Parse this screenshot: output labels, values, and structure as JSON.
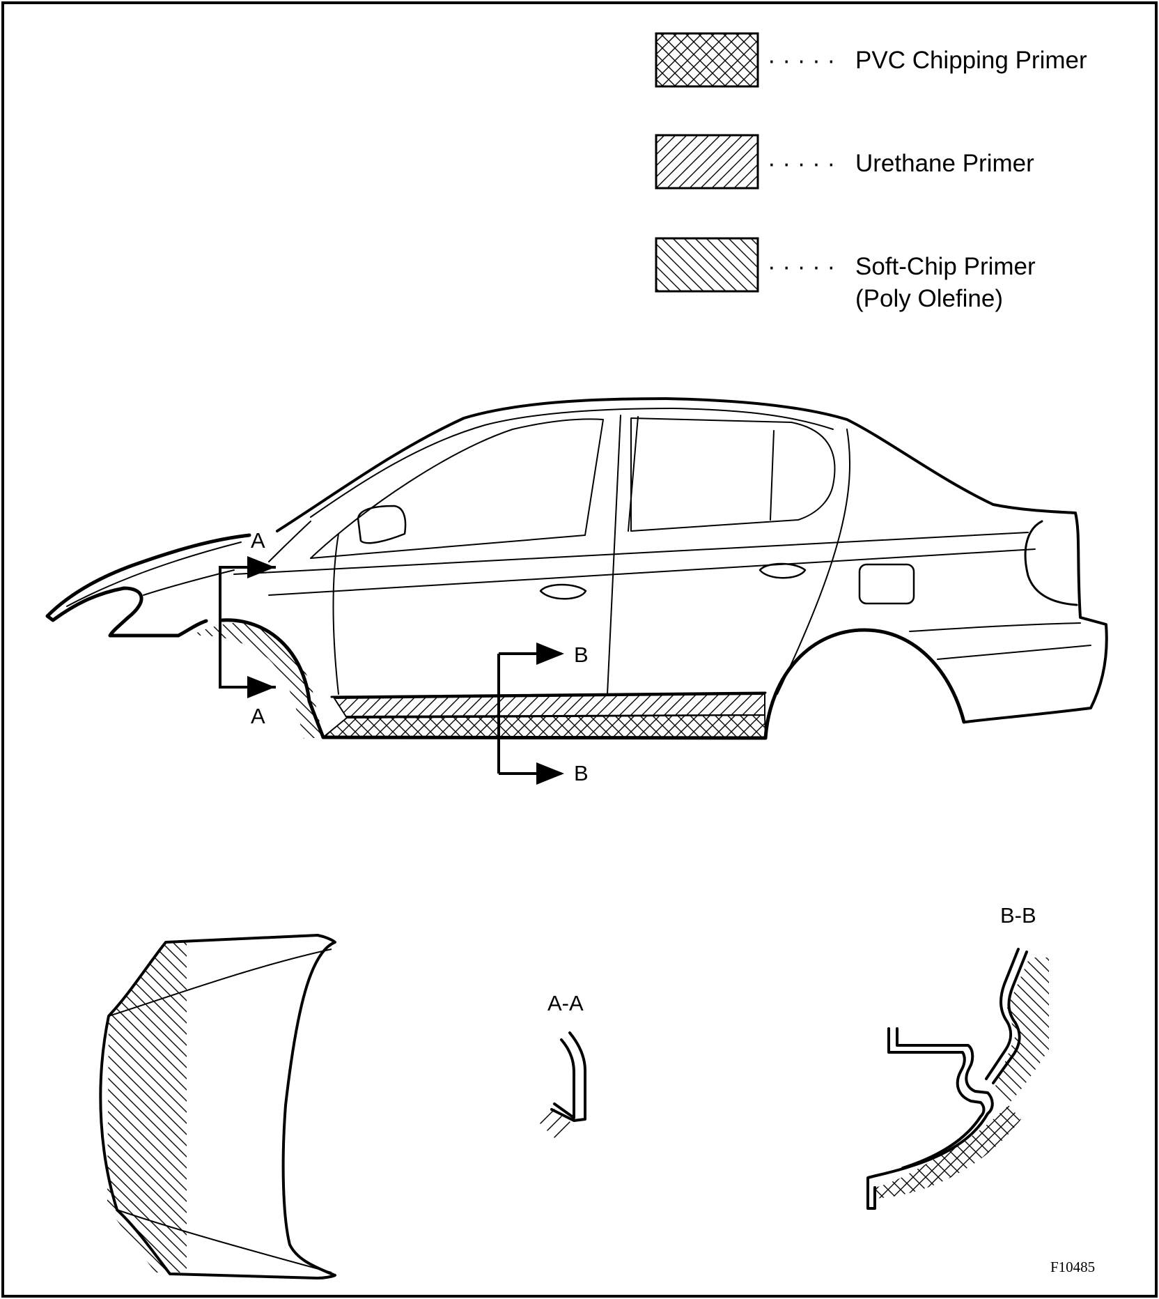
{
  "legend": {
    "items": [
      {
        "label": "PVC Chipping Primer",
        "pattern": "crosshatch"
      },
      {
        "label": "Urethane Primer",
        "pattern": "diagonal-forward"
      },
      {
        "label": "Soft-Chip Primer",
        "label2": "(Poly Olefine)",
        "pattern": "diagonal-back"
      }
    ],
    "leader": "· · · · ·"
  },
  "callouts": {
    "section_a": "A",
    "section_b": "B",
    "view_aa": "A-A",
    "view_bb": "B-B"
  },
  "figure_number": "F10485",
  "colors": {
    "ink": "#000000",
    "paper": "#ffffff"
  }
}
